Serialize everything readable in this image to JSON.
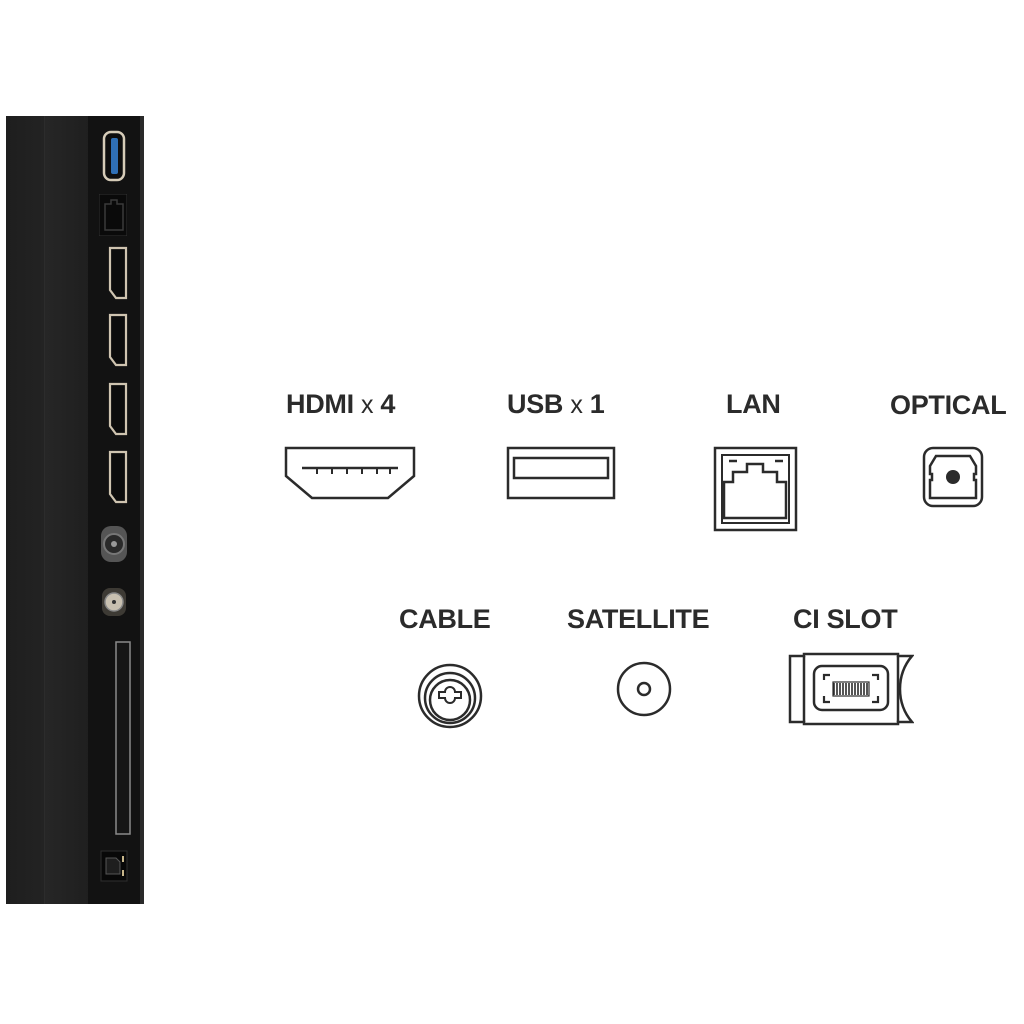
{
  "connectors_row1": [
    {
      "name": "HDMI",
      "multiplier": "x",
      "count": "4",
      "icon": "hdmi-port-icon"
    },
    {
      "name": "USB",
      "multiplier": "x",
      "count": "1",
      "icon": "usb-port-icon"
    },
    {
      "name": "LAN",
      "icon": "lan-port-icon"
    },
    {
      "name": "OPTICAL",
      "icon": "optical-port-icon"
    }
  ],
  "connectors_row2": [
    {
      "name": "CABLE",
      "icon": "cable-port-icon"
    },
    {
      "name": "SATELLITE",
      "icon": "satellite-port-icon"
    },
    {
      "name": "CI SLOT",
      "icon": "ci-slot-icon"
    }
  ],
  "side_panel": {
    "ports_top_to_bottom": [
      "usb-port",
      "lan-port",
      "hdmi-port",
      "hdmi-port",
      "hdmi-port",
      "hdmi-port",
      "cable-port",
      "satellite-port",
      "ci-slot",
      "optical-port"
    ]
  },
  "colors": {
    "icon_stroke": "#2b2b2b",
    "panel": "#1b1b1b",
    "usb_blue": "#2f6fb5",
    "port_frame": "#c9bfae"
  }
}
